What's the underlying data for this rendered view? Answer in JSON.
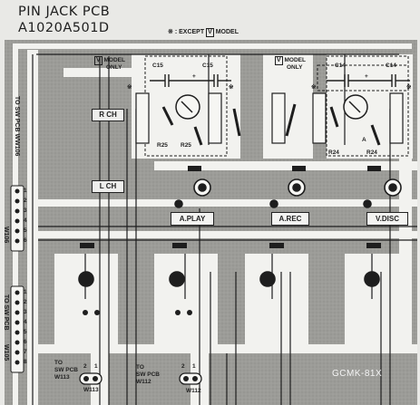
{
  "header": {
    "title_line1": "PIN JACK PCB",
    "title_line2": "A1020A501D",
    "note_symbol": "※",
    "note_text": ": EXCEPT",
    "note_model": "V",
    "note_model_suffix": "MODEL"
  },
  "model_labels": {
    "box": "V",
    "line1": "MODEL",
    "line2": "ONLY",
    "except_mark": "※"
  },
  "components": {
    "c15_left": "C15",
    "c15_right": "C15",
    "c14_left": "C14",
    "c14_right": "C14",
    "r25_left": "R25",
    "r25_right": "R25",
    "r24_left": "R24",
    "r24_right": "R24",
    "cap_sign": "+",
    "a_mark": "A"
  },
  "channels": {
    "r_ch": "R CH",
    "l_ch": "L CH"
  },
  "jacks": {
    "aplay": "A.PLAY",
    "arec": "A.REC",
    "vdisc": "V.DISC"
  },
  "connectors": {
    "left_top_label": "TO SW PCB WW106",
    "left_top_name": "W106",
    "left_top_pins": [
      "1",
      "2",
      "3",
      "4",
      "5",
      "6"
    ],
    "left_bottom_label": "TO SW PCB",
    "left_bottom_name": "W105",
    "left_bottom_pins": [
      "1",
      "2",
      "3",
      "4",
      "5",
      "6",
      "7",
      "8"
    ],
    "w113_to": "TO",
    "w113_sw": "SW PCB",
    "w113_name_small": "W113",
    "w113_label": "W113",
    "w112_to": "TO",
    "w112_sw": "SW PCB",
    "w112_name_small": "W112",
    "w112_label": "W112",
    "pin2": "2",
    "pin1": "1"
  },
  "brand": "GCMK-81X",
  "colors": {
    "background": "#e9e9e6",
    "board": "#9c9c98",
    "trace": "#f2f2ef",
    "ink": "#1e1e1e"
  }
}
